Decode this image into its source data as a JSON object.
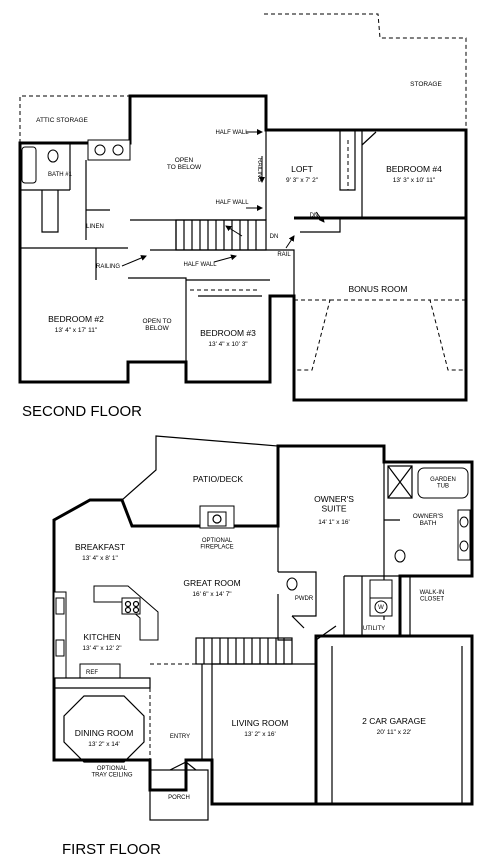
{
  "second_floor": {
    "title": "SECOND FLOOR",
    "rooms": {
      "attic_storage": "ATTIC STORAGE",
      "storage": "STORAGE",
      "bath1": "BATH #1",
      "linen": "LINEN",
      "open_to_below_1": "OPEN\nTO BELOW",
      "half_wall_top": "HALF WALL",
      "half_wall_mid": "HALF WALL",
      "half_wall_low": "HALF WALL",
      "railing_v": "RAILING",
      "railing_h": "RAILING",
      "rail": "RAIL",
      "dn_stairs": "DN",
      "dn_loft": "DN",
      "loft": "LOFT",
      "loft_dim": "9' 3\" x 7' 2\"",
      "bedroom4": "BEDROOM #4",
      "bedroom4_dim": "13' 3\" x 10' 11\"",
      "bonus_room": "BONUS ROOM",
      "bedroom2": "BEDROOM #2",
      "bedroom2_dim": "13' 4\" x 17' 11\"",
      "open_to_below_2": "OPEN TO\nBELOW",
      "bedroom3": "BEDROOM #3",
      "bedroom3_dim": "13' 4\" x 10' 3\""
    }
  },
  "first_floor": {
    "title": "FIRST FLOOR",
    "rooms": {
      "patio": "PATIO/DECK",
      "garden_tub": "GARDEN\nTUB",
      "owners_suite": "OWNER'S\nSUITE",
      "owners_suite_dim": "14' 1\" x 16'",
      "owners_bath": "OWNER'S\nBATH",
      "breakfast": "BREAKFAST",
      "breakfast_dim": "13' 4\" x 8' 1\"",
      "optional_fireplace": "OPTIONAL\nFIREPLACE",
      "great_room": "GREAT ROOM",
      "great_room_dim": "16' 6\" x 14' 7\"",
      "pwdr": "PWDR",
      "walkin_closet": "WALK-IN\nCLOSET",
      "utility": "UTILITY",
      "kitchen": "KITCHEN",
      "kitchen_dim": "13' 4\" x 12' 2\"",
      "ref": "REF",
      "dining_room": "DINING ROOM",
      "dining_room_dim": "13' 2\" x 14'",
      "tray_ceiling": "OPTIONAL\nTRAY CEILING",
      "entry": "ENTRY",
      "living_room": "LIVING ROOM",
      "living_room_dim": "13' 2\" x 16'",
      "garage": "2 CAR GARAGE",
      "garage_dim": "20' 11\" x 22'",
      "porch": "PORCH",
      "washer_mark": "W"
    }
  }
}
